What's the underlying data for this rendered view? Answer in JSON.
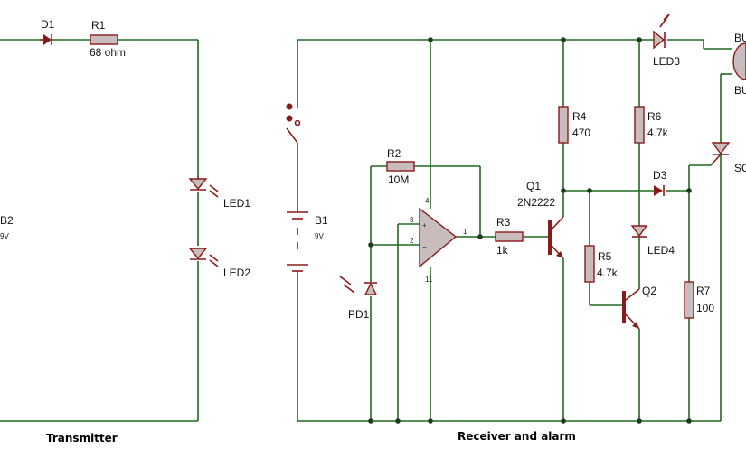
{
  "captions": {
    "transmitter": "Transmitter",
    "receiver": "Receiver and alarm"
  },
  "transmitter": {
    "d1": "D1",
    "r1_name": "R1",
    "r1_value": "68 ohm",
    "led1": "LED1",
    "led2": "LED2",
    "b2_name": "B2",
    "b2_value": "9V"
  },
  "receiver": {
    "b1_name": "B1",
    "b1_value": "9V",
    "pd1": "PD1",
    "r2_name": "R2",
    "r2_value": "10M",
    "opamp_pins": {
      "p4": "4",
      "p3": "3",
      "p2": "2",
      "p1": "1",
      "p11": "11"
    },
    "r3_name": "R3",
    "r3_value": "1k",
    "q1_name": "Q1",
    "q1_value": "2N2222",
    "r4_name": "R4",
    "r4_value": "470",
    "r5_name": "R5",
    "r5_value": "4.7k",
    "r6_name": "R6",
    "r6_value": "4.7k",
    "q2_name": "Q2",
    "led3": "LED3",
    "led4": "LED4",
    "d3": "D3",
    "r7_name": "R7",
    "r7_value": "100",
    "bu_top": "BU",
    "bu_bottom": "BU",
    "scr": "SC"
  },
  "colors": {
    "wire": "#1f6b1f",
    "component": "#8b1a1a",
    "body_fill": "#c9bcbc"
  }
}
